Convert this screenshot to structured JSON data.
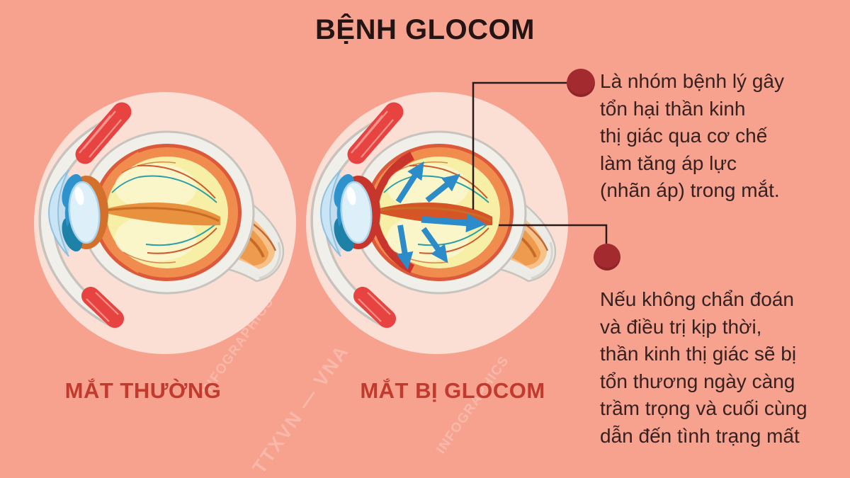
{
  "title": "BỆNH GLOCOM",
  "panels": [
    {
      "label": "MẮT THƯỜNG"
    },
    {
      "label": "MẮT BỊ GLOCOM"
    }
  ],
  "notes": [
    {
      "lines": [
        "Là nhóm bệnh lý gây",
        "tổn hại thần kinh",
        "thị giác qua cơ chế",
        "làm tăng áp lực",
        "(nhãn áp) trong mắt."
      ]
    },
    {
      "lines": [
        "Nếu không chẩn đoán",
        "và điều trị kịp thời,",
        "thần kinh thị giác sẽ bị",
        "tổn thương ngày càng",
        "trầm trọng và cuối cùng",
        "dẫn đến tình trạng mất"
      ]
    }
  ],
  "watermarks": [
    "INFOGRAPHICS",
    "TTXVN — VNA",
    "INFOGRAPHICS"
  ],
  "colors": {
    "background": "#F6A28F",
    "panel_circle": "#FBDFD5",
    "title_text": "#241514",
    "label_text": "#C23A2D",
    "body_text": "#362120",
    "bullet": "#A32B2F",
    "connector": "#2C1A18",
    "arrow": "#2B8CC9",
    "watermark": "#FFFFFF"
  }
}
